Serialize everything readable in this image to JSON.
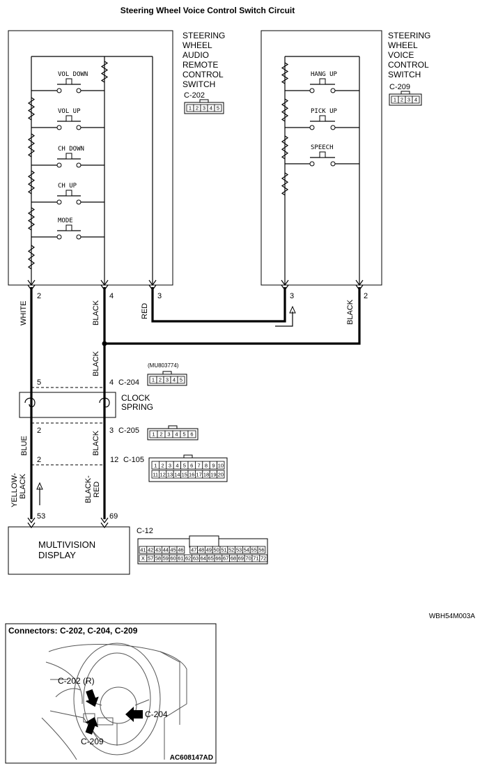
{
  "title": "Steering Wheel Voice Control Switch Circuit",
  "audio_switch": {
    "name_lines": [
      "STEERING",
      "WHEEL",
      "AUDIO",
      "REMOTE",
      "CONTROL",
      "SWITCH"
    ],
    "connector": "C-202",
    "connector_pins": [
      "1",
      "2",
      "3",
      "4",
      "5"
    ],
    "buttons": [
      "VOL DOWN",
      "VOL UP",
      "CH DOWN",
      "CH UP",
      "MODE"
    ],
    "pins": {
      "left": "2",
      "mid": "4",
      "right": "3"
    }
  },
  "voice_switch": {
    "name_lines": [
      "STEERING",
      "WHEEL",
      "VOICE",
      "CONTROL",
      "SWITCH"
    ],
    "connector": "C-209",
    "connector_pins": [
      "1",
      "2",
      "3",
      "4"
    ],
    "buttons": [
      "HANG UP",
      "PICK UP",
      "SPEECH"
    ],
    "pins": {
      "left": "3",
      "right": "2"
    }
  },
  "wires": {
    "white": "WHITE",
    "black1": "BLACK",
    "red": "RED",
    "black_right": "BLACK",
    "black_mid": "BLACK",
    "blue": "BLUE",
    "black_low": "BLACK",
    "yellow_black": "YELLOW-\nBLACK",
    "black_red": "BLACK-\nRED"
  },
  "c204": {
    "label": "C-204",
    "part": "(MU803774)",
    "pin_left": "5",
    "pin_right": "4",
    "pins": [
      "1",
      "2",
      "3",
      "4",
      "5"
    ]
  },
  "clock_spring": {
    "line1": "CLOCK",
    "line2": "SPRING"
  },
  "c205": {
    "label": "C-205",
    "pin_left": "2",
    "pin_right": "3",
    "pins": [
      "1",
      "2",
      "3",
      "4",
      "5",
      "6"
    ]
  },
  "c105": {
    "label": "C-105",
    "pin_left": "2",
    "pin_right": "12",
    "row1": [
      "1",
      "2",
      "3",
      "4",
      "5",
      "6",
      "7",
      "8",
      "9",
      "10"
    ],
    "row2": [
      "11",
      "12",
      "13",
      "14",
      "15",
      "16",
      "17",
      "18",
      "19",
      "20"
    ]
  },
  "display": {
    "line1": "MULTIVISION",
    "line2": "DISPLAY",
    "pin_left": "53",
    "pin_right": "69"
  },
  "c12": {
    "label": "C-12",
    "row1": [
      "41",
      "42",
      "43",
      "44",
      "45",
      "46",
      "47",
      "48",
      "49",
      "50",
      "51",
      "52",
      "53",
      "54",
      "55",
      "56"
    ],
    "row2": [
      "X",
      "57",
      "58",
      "59",
      "60",
      "61",
      "62",
      "63",
      "64",
      "65",
      "66",
      "67",
      "68",
      "69",
      "70",
      "71",
      "72"
    ]
  },
  "figure_code": "WBH54M003A",
  "location": {
    "title": "Connectors: C-202, C-204, C-209",
    "c202": "C-202 (R)",
    "c204": "C-204",
    "c209": "C-209",
    "code": "AC608147AD"
  }
}
